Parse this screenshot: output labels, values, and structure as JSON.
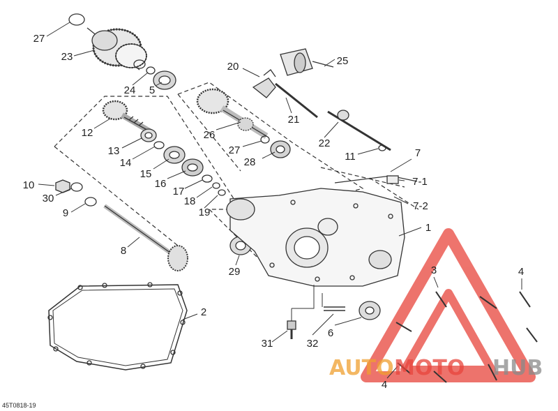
{
  "diagram_code": "45T0818-19",
  "watermark": {
    "text_part_1": "AUTO",
    "text_part_2": "MOTO",
    "text_part_3": "HUB",
    "color_red": "#e8453c",
    "color_orange": "#f0a030",
    "color_grey": "#8a8a8a"
  },
  "callouts": [
    {
      "id": "c27a",
      "label": "27"
    },
    {
      "id": "c23",
      "label": "23"
    },
    {
      "id": "c24",
      "label": "24"
    },
    {
      "id": "c5",
      "label": "5"
    },
    {
      "id": "c20",
      "label": "20"
    },
    {
      "id": "c25",
      "label": "25"
    },
    {
      "id": "c12",
      "label": "12"
    },
    {
      "id": "c26",
      "label": "26"
    },
    {
      "id": "c21",
      "label": "21"
    },
    {
      "id": "c13",
      "label": "13"
    },
    {
      "id": "c14",
      "label": "14"
    },
    {
      "id": "c27b",
      "label": "27"
    },
    {
      "id": "c22",
      "label": "22"
    },
    {
      "id": "c15",
      "label": "15"
    },
    {
      "id": "c28",
      "label": "28"
    },
    {
      "id": "c11",
      "label": "11"
    },
    {
      "id": "c7",
      "label": "7"
    },
    {
      "id": "c16",
      "label": "16"
    },
    {
      "id": "c10",
      "label": "10"
    },
    {
      "id": "c71",
      "label": "7-1"
    },
    {
      "id": "c17",
      "label": "17"
    },
    {
      "id": "c30",
      "label": "30"
    },
    {
      "id": "c18",
      "label": "18"
    },
    {
      "id": "c72",
      "label": "7-2"
    },
    {
      "id": "c9",
      "label": "9"
    },
    {
      "id": "c19",
      "label": "19"
    },
    {
      "id": "c1",
      "label": "1"
    },
    {
      "id": "c8",
      "label": "8"
    },
    {
      "id": "c29",
      "label": "29"
    },
    {
      "id": "c3",
      "label": "3"
    },
    {
      "id": "c4a",
      "label": "4"
    },
    {
      "id": "c2",
      "label": "2"
    },
    {
      "id": "c6",
      "label": "6"
    },
    {
      "id": "c31",
      "label": "31"
    },
    {
      "id": "c32",
      "label": "32"
    },
    {
      "id": "c4b",
      "label": "4"
    }
  ]
}
